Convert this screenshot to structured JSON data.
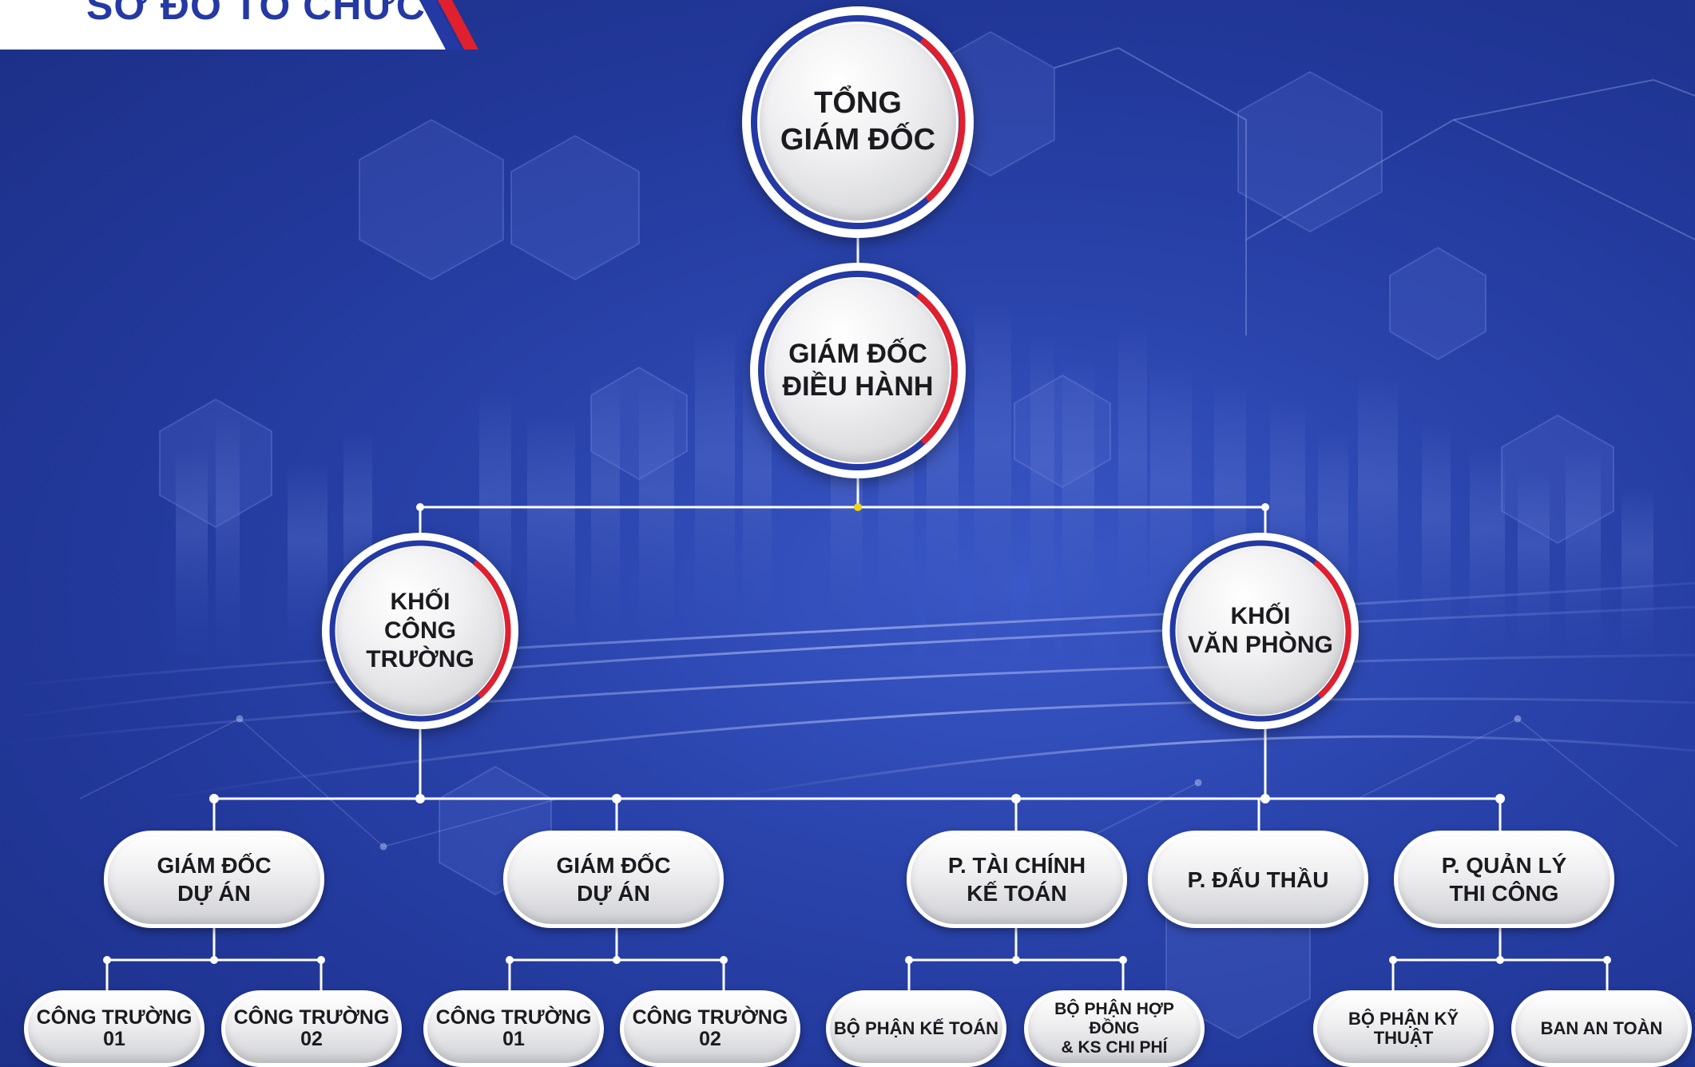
{
  "header": {
    "title": "SƠ ĐỒ TỔ CHỨC"
  },
  "colors": {
    "background": "#22389a",
    "accent_blue": "#2439a4",
    "accent_red": "#e0202e",
    "line": "#ffffff"
  },
  "nodes": {
    "ceo": "TỔNG\nGIÁM ĐỐC",
    "coo": "GIÁM ĐỐC\nĐIỀU HÀNH",
    "site_block": "KHỐI\nCÔNG\nTRƯỜNG",
    "office_block": "KHỐI\nVĂN PHÒNG",
    "pm_1": "GIÁM ĐỐC\nDỰ ÁN",
    "pm_2": "GIÁM ĐỐC\nDỰ ÁN",
    "finance": "P. TÀI CHÍNH\nKẾ TOÁN",
    "bidding": "P. ĐẤU THẦU",
    "construction_mgmt": "P. QUẢN LÝ\nTHI CÔNG",
    "site_1_01": "CÔNG TRƯỜNG\n01",
    "site_1_02": "CÔNG TRƯỜNG\n02",
    "site_2_01": "CÔNG TRƯỜNG\n01",
    "site_2_02": "CÔNG TRƯỜNG\n02",
    "accounting": "BỘ PHẬN KẾ TOÁN",
    "contracts": "BỘ PHẬN HỢP ĐỒNG\n& KS CHI PHÍ",
    "technical": "BỘ PHẬN KỸ THUẬT",
    "safety": "BAN AN TOÀN"
  }
}
